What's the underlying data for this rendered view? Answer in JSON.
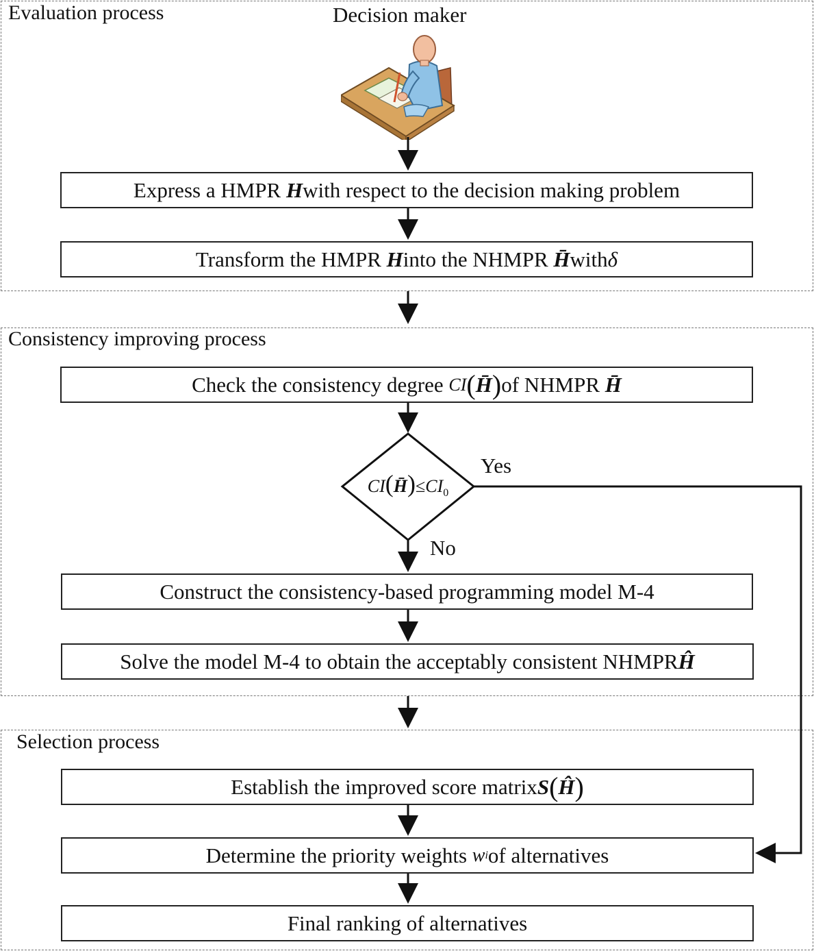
{
  "groups": {
    "evaluation": "Evaluation process",
    "consistency": "Consistency improving  process",
    "selection": "Selection  process"
  },
  "decision_maker": "Decision maker",
  "steps": {
    "express": {
      "pre": "Express a HMPR ",
      "sym": "H",
      "post": " with respect to the decision making problem"
    },
    "transform": {
      "pre": "Transform the HMPR ",
      "sym1": "H",
      "mid": " into the NHMPR ",
      "sym2": "H̄",
      "post": " with ",
      "sym3": "δ"
    },
    "check": {
      "pre": "Check the consistency degree ",
      "fn": "CI",
      "sym": "H̄",
      "post": " of NHMPR ",
      "sym2": "H̄"
    },
    "decision": {
      "fn": "CI",
      "sym": "H̄",
      "rel": "≤",
      "rhs": "CI",
      "sub": "0"
    },
    "construct": "Construct the consistency-based programming model M-4",
    "solve": {
      "pre": "Solve the model M-4 to obtain the acceptably consistent NHMPR ",
      "sym": "Ĥ"
    },
    "establish": {
      "pre": "Establish the improved score matrix ",
      "fn": "S",
      "sym": "Ĥ"
    },
    "determine": {
      "pre": "Determine the priority weights ",
      "sym": "w",
      "sub": "i",
      "post": " of alternatives"
    },
    "final": "Final ranking of alternatives"
  },
  "branches": {
    "yes": "Yes",
    "no": "No"
  }
}
